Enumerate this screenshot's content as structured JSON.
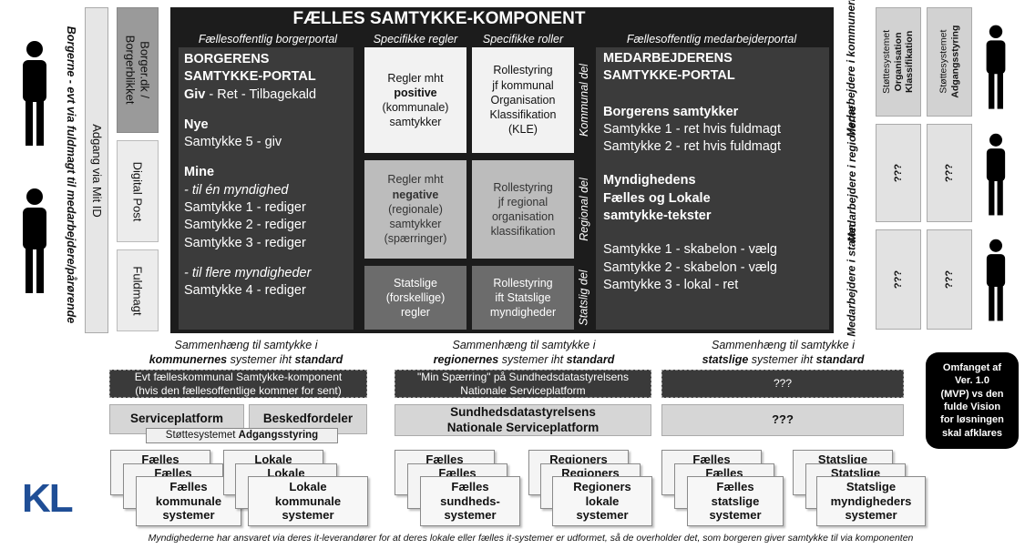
{
  "header": {
    "title": "FÆLLES SAMTYKKE-KOMPONENT",
    "col_borgerportal": "Fællesoffentlig borgerportal",
    "col_regler": "Specifikke regler",
    "col_roller": "Specifikke roller",
    "col_medarbejderportal": "Fællesoffentlig medarbejderportal"
  },
  "left": {
    "vertical_caption": "Borgerne - evt via fuldmagt til medarbejdere/pårørende",
    "access_label": "Adgang via Mit ID",
    "channels": [
      "Borger.dk / Borgerblikket",
      "Digital Post",
      "Fuldmagt"
    ]
  },
  "borgerportal": {
    "title_line1": "BORGERENS",
    "title_line2": "SAMTYKKE-PORTAL",
    "actions": "Giv - Ret - Tilbagekald",
    "new_heading": "Nye",
    "new_items": [
      "Samtykke 5 - giv"
    ],
    "mine_heading": "Mine",
    "single_authority": "- til én myndighed",
    "single_items": [
      "Samtykke 1 - rediger",
      "Samtykke 2 - rediger",
      "Samtykke 3 - rediger"
    ],
    "multi_authority": "- til flere myndigheder",
    "multi_items": [
      "Samtykke 4 - rediger"
    ]
  },
  "rules": {
    "kommunal": {
      "line1": "Regler mht",
      "bold": "positive",
      "line3": "(kommunale)",
      "line4": "samtykker"
    },
    "regional": {
      "line1": "Regler mht",
      "bold": "negative",
      "line3": "(regionale)",
      "line4": "samtykker",
      "line5": "(spærringer)"
    },
    "statslig": {
      "line1": "Statslige",
      "line2": "(forskellige)",
      "line3": "regler"
    }
  },
  "roles": {
    "kommunal": [
      "Rollestyring",
      "jf kommunal",
      "Organisation",
      "Klassifikation",
      "(KLE)"
    ],
    "regional": [
      "Rollestyring",
      "jf regional",
      "organisation",
      "klassifikation"
    ],
    "statslig": [
      "Rollestyring",
      "ift Statslige",
      "myndigheder"
    ]
  },
  "row_labels": {
    "kommunal": "Kommunal del",
    "regional": "Regional del",
    "statslig": "Statslig del"
  },
  "medarbejderportal": {
    "title_line1": "MEDARBEJDERENS",
    "title_line2": "SAMTYKKE-PORTAL",
    "consent_heading": "Borgerens samtykker",
    "consent_items": [
      "Samtykke 1 - ret hvis fuldmagt",
      "Samtykke 2 - ret hvis fuldmagt"
    ],
    "authority_heading_line1": "Myndighedens",
    "authority_heading_line2": "Fælles og Lokale",
    "authority_heading_line3": "samtykke-tekster",
    "authority_items": [
      "Samtykke 1 - skabelon - vælg",
      "Samtykke 2 - skabelon - vælg",
      "Samtykke 3 - lokal - ret"
    ]
  },
  "right": {
    "staff_labels": [
      "Medarbejdere i kommunerne",
      "Medarbejdere i regionerne",
      "Medarbejdere i staten"
    ],
    "support_org_line1": "Støttesystemet",
    "support_org_line2": "Organisation",
    "support_org_line3": "Klassifikation",
    "support_access_line1": "Støttesystemet",
    "support_access_line2": "Adgangsstyring",
    "unknown": "???"
  },
  "context": {
    "kommunal_line1": "Sammenhæng til samtykke i",
    "kommunal_bold": "kommunernes",
    "kommunal_line2": "systemer iht",
    "kommunal_bold2": "standard",
    "regional_line1": "Sammenhæng til samtykke i",
    "regional_bold": "regionernes",
    "regional_line2": "systemer iht",
    "regional_bold2": "standard",
    "statslig_line1": "Sammenhæng til samtykke i",
    "statslig_bold": "statslige",
    "statslig_line2": "systemer iht",
    "statslig_bold2": "standard"
  },
  "bars": {
    "kommunal_line1": "Evt fælleskommunal Samtykke-komponent",
    "kommunal_line2": "(hvis den fællesoffentlige kommer for sent)",
    "regional_line1": "\"Min Spærring\" på Sundhedsdatastyrelsens",
    "regional_line2": "Nationale Serviceplatform",
    "statslig": "???"
  },
  "platforms": {
    "serviceplatform": "Serviceplatform",
    "beskedfordeler": "Beskedfordeler",
    "support_prefix": "Støttesystemet",
    "support_bold": "Adgangsstyring",
    "sundhed_line1": "Sundhedsdatastyrelsens",
    "sundhed_line2": "Nationale Serviceplatform",
    "statslig": "???"
  },
  "scope_note": [
    "Omfanget af",
    "Ver. 1.0",
    "(MVP) vs den",
    "fulde Vision",
    "for løsningen",
    "skal afklares"
  ],
  "cards": [
    {
      "back": "Fælles",
      "mid": "Fælles",
      "front": [
        "Fælles",
        "kommunale",
        "systemer"
      ]
    },
    {
      "back": "Lokale",
      "mid": "Lokale",
      "front": [
        "Lokale",
        "kommunale",
        "systemer"
      ]
    },
    {
      "back": "Fælles",
      "mid": "Fælles",
      "front": [
        "Fælles",
        "sundheds-",
        "systemer"
      ]
    },
    {
      "back": "Regioners",
      "mid": "Regioners",
      "front": [
        "Regioners",
        "lokale",
        "systemer"
      ]
    },
    {
      "back": "Fælles",
      "mid": "Fælles",
      "front": [
        "Fælles",
        "statslige",
        "systemer"
      ]
    },
    {
      "back": "Statslige",
      "mid": "Statslige",
      "front": [
        "Statslige",
        "myndigheders",
        "systemer"
      ]
    }
  ],
  "logo": "KL",
  "footer": "Myndighederne har ansvaret via deres it-leverandører for at deres lokale eller fælles it-systemer er udformet, så de overholder det, som borgeren giver samtykke til via komponenten",
  "colors": {
    "dark_frame": "#1c1c1c",
    "dark_panel": "#3b3b3b",
    "logo_blue": "#1f4e96"
  }
}
